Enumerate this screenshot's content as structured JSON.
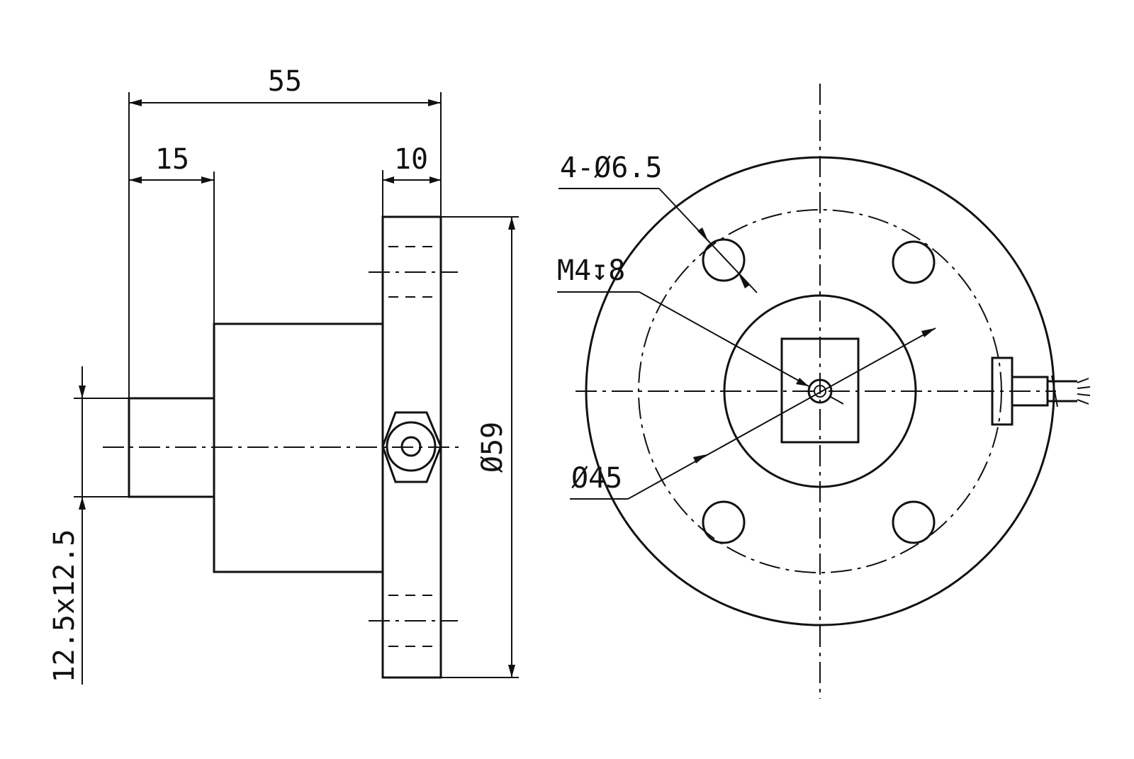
{
  "drawing": {
    "side_view": {
      "dim_overall_length": "55",
      "dim_tip_length": "15",
      "dim_flange_thickness": "10",
      "dim_flange_diameter": "Ø59",
      "dim_square_tip": "12.5x12.5"
    },
    "front_view": {
      "label_bolt_holes": "4-Ø6.5",
      "label_thread": "M4↧8",
      "label_bolt_circle": "Ø45"
    }
  }
}
